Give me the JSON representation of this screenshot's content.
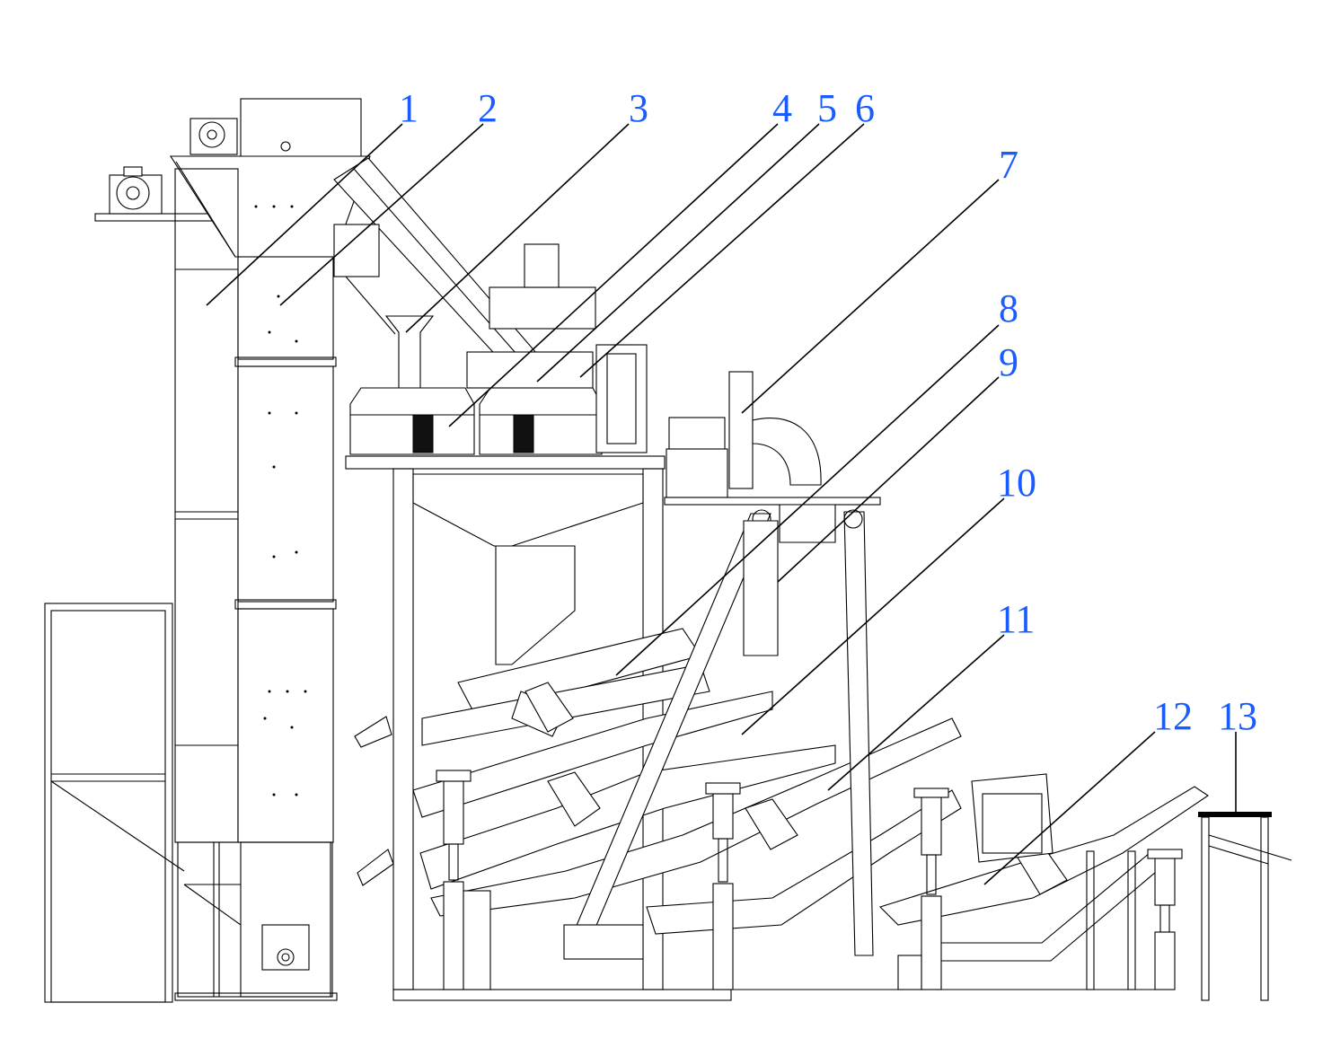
{
  "diagram": {
    "callouts": [
      "1",
      "2",
      "3",
      "4",
      "5",
      "6",
      "7",
      "8",
      "9",
      "10",
      "11",
      "12",
      "13"
    ],
    "label_color": "#1a5cff",
    "line_color": "#000000",
    "background": "#ffffff"
  }
}
